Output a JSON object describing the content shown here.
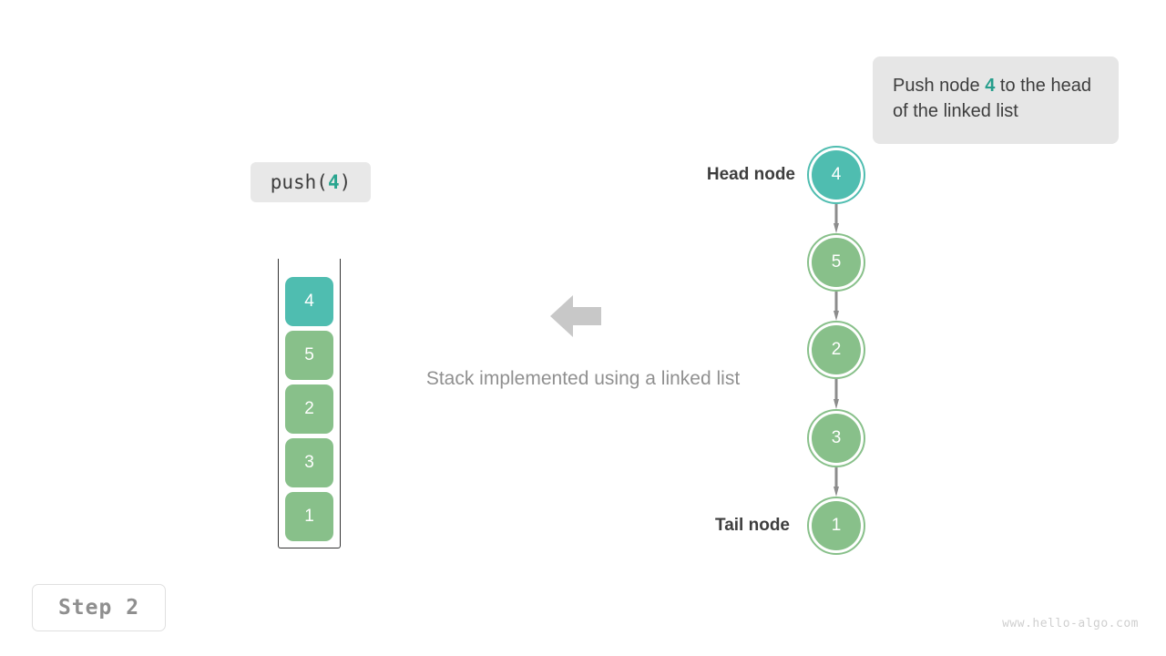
{
  "callout": {
    "text_before": "Push node ",
    "accent": "4",
    "text_after": " to the head of the linked list",
    "bg_color": "#e6e6e6"
  },
  "operation": {
    "prefix": "push(",
    "accent": "4",
    "suffix": ")"
  },
  "stack": {
    "caption": "Stack implemented using a linked list",
    "cells": [
      {
        "value": "4",
        "color": "#4fbdb0",
        "highlight": true
      },
      {
        "value": "5",
        "color": "#88c08a",
        "highlight": false
      },
      {
        "value": "2",
        "color": "#88c08a",
        "highlight": false
      },
      {
        "value": "3",
        "color": "#88c08a",
        "highlight": false
      },
      {
        "value": "1",
        "color": "#88c08a",
        "highlight": false
      }
    ]
  },
  "arrow": {
    "direction": "left",
    "color": "#c8c8c8"
  },
  "linked_list": {
    "head_label": "Head node",
    "tail_label": "Tail node",
    "connector_color": "#8c8c8c",
    "nodes": [
      {
        "value": "4",
        "color": "#4fbdb0",
        "highlight": true
      },
      {
        "value": "5",
        "color": "#88c08a",
        "highlight": false
      },
      {
        "value": "2",
        "color": "#88c08a",
        "highlight": false
      },
      {
        "value": "3",
        "color": "#88c08a",
        "highlight": false
      },
      {
        "value": "1",
        "color": "#88c08a",
        "highlight": false
      }
    ]
  },
  "step_badge": {
    "label": "Step  2"
  },
  "watermark": {
    "text": "www.hello-algo.com"
  }
}
